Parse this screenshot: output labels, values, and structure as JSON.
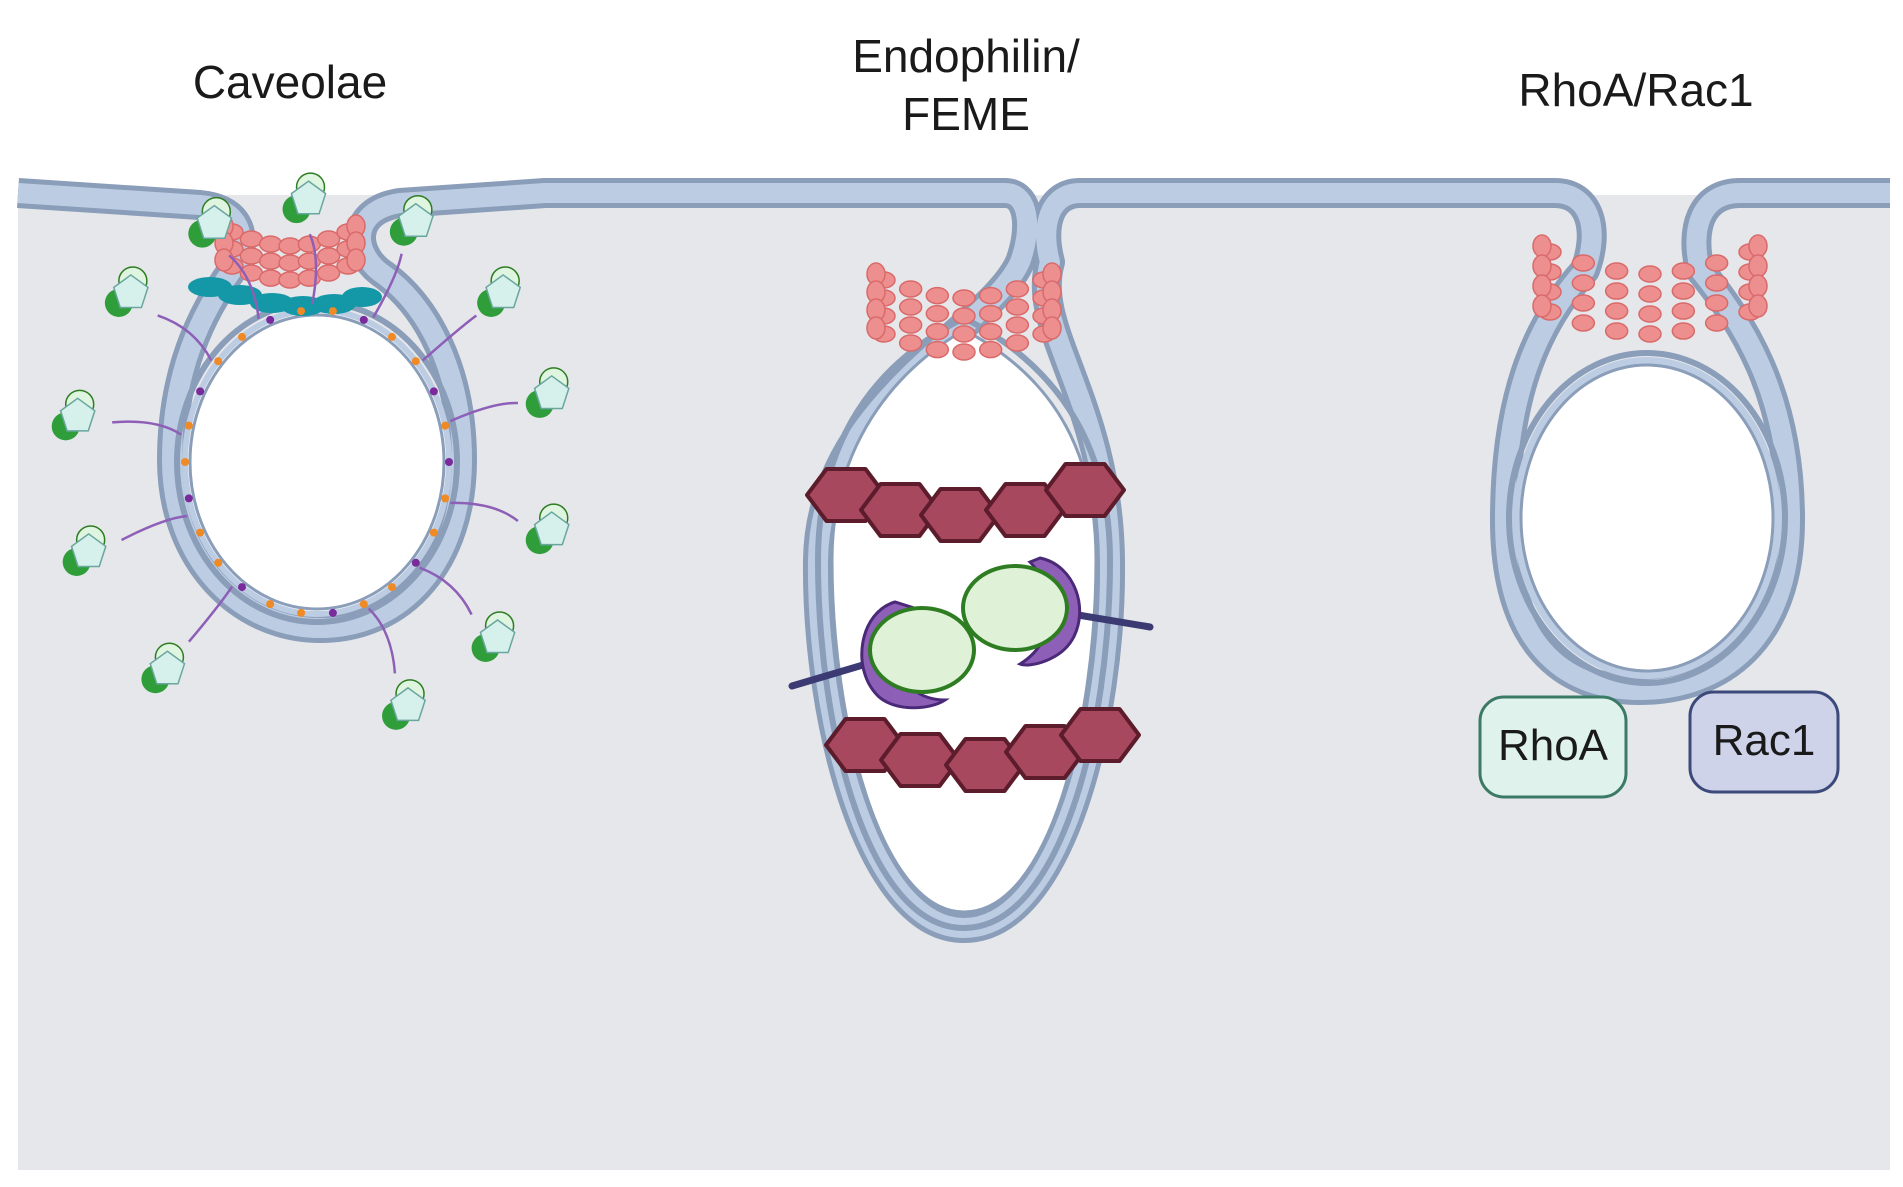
{
  "titles": {
    "caveolae": "Caveolae",
    "endophilin_line1": "Endophilin/",
    "endophilin_line2": "FEME",
    "rho_rac": "RhoA/Rac1"
  },
  "labels": {
    "rhoa": "RhoA",
    "rac1": "Rac1"
  },
  "colors": {
    "cytoplasm": "#e6e7ea",
    "membrane_fill": "#bccde3",
    "membrane_edge": "#8a9db9",
    "dynamin": "#ee8f8f",
    "dynamin_edge": "#d96a6a",
    "actin": "#a8485f",
    "actin_edge": "#5c1c2c",
    "cavin_band": "#1497a6",
    "cargo_fill": "#dff1d6",
    "cargo_edge": "#2e7d22",
    "adaptor": "#8e5fb7",
    "rhoa_fill": "#dff3ec",
    "rhoa_edge": "#3b7a65",
    "rac1_fill": "#cfd3ea",
    "rac1_edge": "#3b4a7a",
    "receptor_dark": "#2f9e3a",
    "receptor_light": "#dff5e0",
    "receptor_core": "#d6f0ec"
  }
}
